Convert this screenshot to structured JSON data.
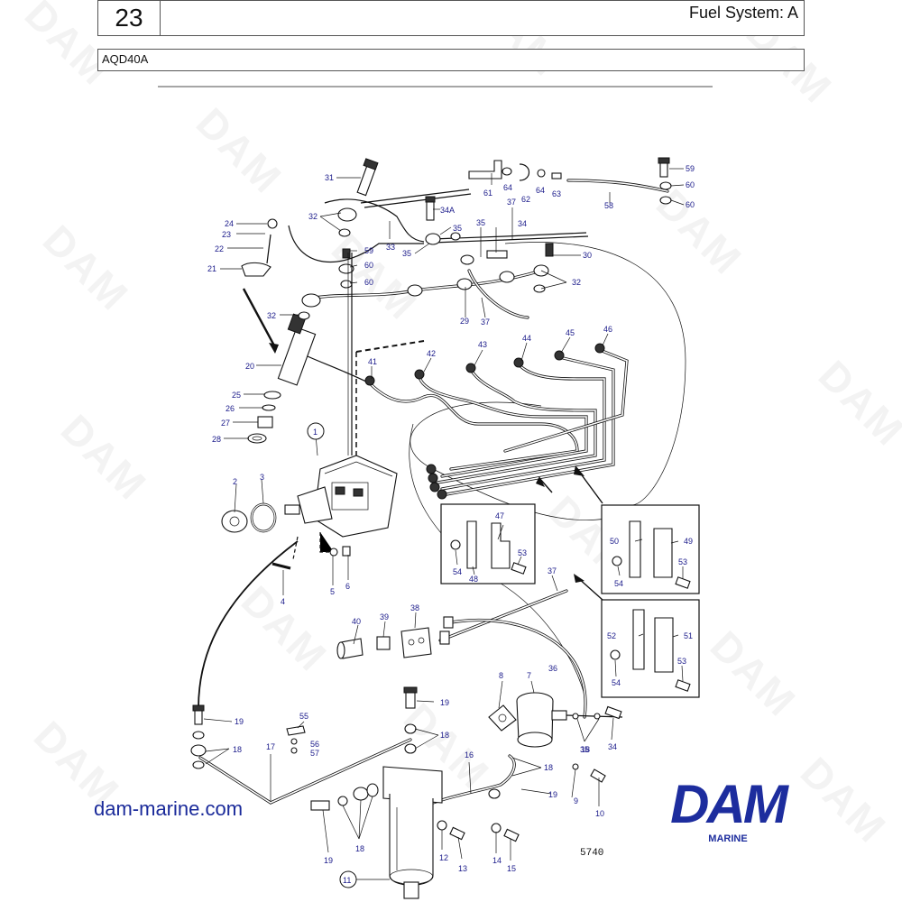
{
  "header": {
    "section_number": "23",
    "title": "Fuel System: A",
    "model": "AQD40A"
  },
  "watermark_text": "DAM",
  "footer": {
    "website": "dam-marine.com",
    "brand": "DAM",
    "brand_sub": "MARINE",
    "figure_number": "5740"
  },
  "colors": {
    "brand_blue": "#1d2d9e",
    "label_blue": "#1a1a8a"
  },
  "part_labels": [
    "1",
    "2",
    "3",
    "4",
    "5",
    "6",
    "7",
    "8",
    "9",
    "10",
    "11",
    "12",
    "13",
    "14",
    "15",
    "16",
    "17",
    "18",
    "18",
    "18",
    "18",
    "18",
    "19",
    "19",
    "19",
    "19",
    "20",
    "21",
    "22",
    "23",
    "24",
    "25",
    "26",
    "27",
    "28",
    "29",
    "30",
    "31",
    "32",
    "32",
    "32",
    "33",
    "34",
    "34",
    "34A",
    "35",
    "35",
    "35",
    "35",
    "36",
    "37",
    "37",
    "37",
    "38",
    "39",
    "40",
    "41",
    "42",
    "43",
    "44",
    "45",
    "46",
    "47",
    "48",
    "49",
    "50",
    "51",
    "52",
    "53",
    "53",
    "53",
    "54",
    "54",
    "54",
    "55",
    "56",
    "57",
    "58",
    "59",
    "59",
    "60",
    "60",
    "60",
    "60",
    "61",
    "62",
    "63",
    "64",
    "64"
  ]
}
